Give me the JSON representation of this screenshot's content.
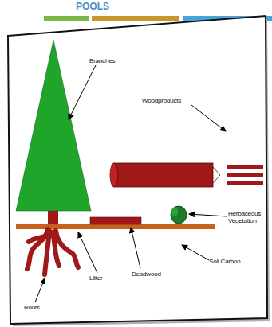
{
  "diagram": {
    "title": "POOLS",
    "labels": [
      "Branches",
      "Woodproducts",
      "Herbaceous Vegetation",
      "Soil Carbon",
      "Litter",
      "Deadwood",
      "Roots"
    ]
  }
}
